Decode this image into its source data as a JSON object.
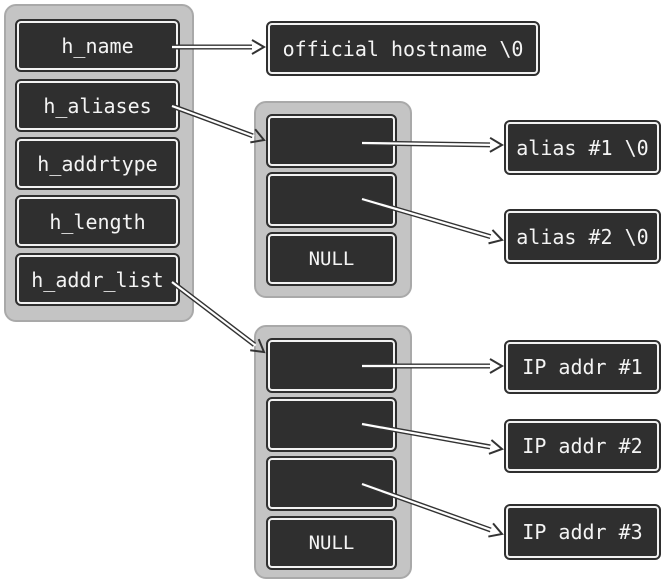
{
  "hostent_fields": [
    "h_name",
    "h_aliases",
    "h_addrtype",
    "h_length",
    "h_addr_list"
  ],
  "official_name": "official hostname \\0",
  "aliases": {
    "null_label": "NULL",
    "entries": [
      "alias #1 \\0",
      "alias #2 \\0"
    ]
  },
  "addr_list": {
    "null_label": "NULL",
    "entries": [
      "IP addr #1",
      "IP addr #2",
      "IP addr #3"
    ]
  },
  "colors": {
    "box_fill": "#2f2f2f",
    "box_text": "#f4f4f4",
    "group_fill": "#c4c4c4"
  }
}
